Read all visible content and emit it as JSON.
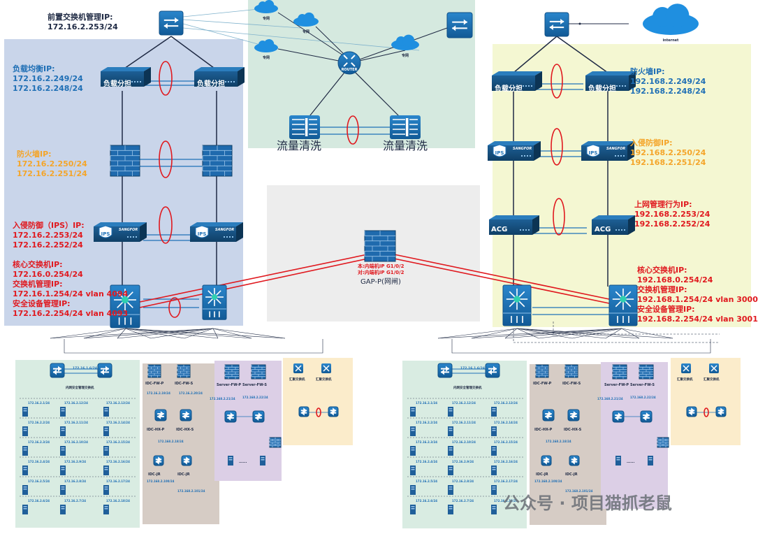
{
  "labels": {
    "front_mgmt": [
      "前置交换机管理IP:",
      "172.16.2.253/24"
    ],
    "lb_left": [
      "负载均衡IP:",
      "172.16.2.249/24",
      "172.16.2.248/24"
    ],
    "fw_left": [
      "防火墙IP:",
      "172.16.2.250/24",
      "172.16.2.251/24"
    ],
    "ips_left": [
      "入侵防御（IPS）IP:",
      "172.16.2.253/24",
      "172.16.2.252/24"
    ],
    "core_left": [
      "核心交换机IP:",
      "172.16.0.254/24",
      "交换机管理IP:",
      "172.16.1.254/24 vlan 4094",
      "安全设备管理IP:",
      "172.16.2.254/24 vlan 4093"
    ],
    "fw_right": [
      "防火墙IP:",
      "192.168.2.249/24",
      "192.168.2.248/24"
    ],
    "ips_right": [
      "入侵防御IP:",
      "192.168.2.250/24",
      "192.168.2.251/24"
    ],
    "acg_right": [
      "上网管理行为IP:",
      "192.168.2.253/24",
      "192.168.2.252/24"
    ],
    "core_right": [
      "核心交换机IP:",
      "192.168.0.254/24",
      "交换机管理IP:",
      "192.168.1.254/24 vlan 3000",
      "安全设备管理IP:",
      "192.168.2.254/24 vlan 3001"
    ]
  },
  "devices": {
    "lb": "负载分担",
    "ips": "IPS",
    "acg": "ACG",
    "router": "ROUTER",
    "sangfor": "SANGFOR",
    "cleaning": "流量清洗",
    "gap_name": "GAP-P(网闸)",
    "gap_ip1": "本:内端机IP G1/0/2",
    "gap_ip2": "对:内端机IP G1/0/2",
    "internet": "internet",
    "private_net": "专网"
  },
  "sub_left": {
    "switch_ip": "172.16.1.6/24",
    "switch_title": "内网安全管理交换机",
    "idc_fw_p": "IDC-FW-P",
    "idc_fw_s": "IDC-FW-S",
    "idc_fw_ip1": "172.16.2.19/24",
    "idc_fw_ip2": "172.16.2.20/24",
    "idc_hx_p": "IDC-HX-P",
    "idc_hx_s": "IDC-HX-S",
    "idc_hx_ip": "172.168.2.18/24",
    "idc_jr1": "IDC-JR",
    "idc_jr2": "IDC-JR",
    "idc_jr_ip1": "172.168.2.100/24",
    "idc_jr_ip2": "172.168.2.101/24",
    "server_fw_p": "Server-FW-P",
    "server_fw_s": "Server-FW-S",
    "server_fw_ip1": "172.168.2.21/24",
    "server_fw_ip2": "172.168.2.22/24",
    "agg": "汇聚交换机",
    "ip_list_a": [
      "172.16.2.1/24",
      "172.16.2.2/24",
      "172.16.2.3/24",
      "172.16.2.4/24",
      "172.16.2.5/24",
      "172.16.2.6/24"
    ],
    "ip_list_b": [
      "172.16.2.12/24",
      "172.16.2.11/24",
      "172.16.2.10/24",
      "172.16.2.9/24",
      "172.16.2.8/24",
      "172.16.2.7/24"
    ],
    "ip_list_c": [
      "172.16.2.13/24",
      "172.16.2.14/24",
      "172.16.2.15/24",
      "172.16.2.16/24",
      "172.16.2.17/24",
      "172.16.2.18/24"
    ],
    "dots": "......"
  },
  "sub_right": {
    "switch_ip": "172.16.1.6/24",
    "switch_title": "内网安全管理交换机",
    "idc_fw_p": "IDC-FW-P",
    "idc_fw_s": "IDC-FW-S",
    "idc_hx_p": "IDC-HX-P",
    "idc_hx_s": "IDC-HX-S",
    "idc_hx_ip": "172.168.2.18/24",
    "idc_jr1": "IDC-JR",
    "idc_jr2": "IDC-JR",
    "idc_jr_ip1": "172.168.2.100/24",
    "idc_jr_ip2": "172.168.2.101/24",
    "server_fw_p": "Server-FW-P",
    "server_fw_s": "Server-FW-S",
    "server_fw_ip1": "172.168.2.21/24",
    "server_fw_ip2": "172.168.2.22/24",
    "agg": "汇聚交换机",
    "ip_list_a": [
      "172.16.2.1/24",
      "172.16.2.2/24",
      "172.16.2.3/24",
      "172.16.2.4/24",
      "172.16.2.5/24",
      "172.16.2.6/24"
    ],
    "ip_list_b": [
      "172.16.2.12/24",
      "172.16.2.11/24",
      "172.16.2.10/24",
      "172.16.2.9/24",
      "172.16.2.8/24",
      "172.16.2.7/24"
    ],
    "ip_list_c": [
      "172.16.2.13/24",
      "172.16.2.14/24",
      "172.16.2.15/24",
      "172.16.2.16/24",
      "172.16.2.17/24",
      "172.16.2.18/24"
    ],
    "dots": "......"
  },
  "watermark": "公众号 · 项目猫抓老鼠",
  "colors": {
    "navy": "#1f2a44",
    "blue": "#1f6fb5",
    "orange": "#f4a52a",
    "red": "#e0191f",
    "zone_blue": "#c9d5ea",
    "zone_green": "#d5e9df",
    "zone_gray": "#ededed",
    "zone_yellow": "#f4f7d2",
    "device_blue": "#1f72b8"
  }
}
